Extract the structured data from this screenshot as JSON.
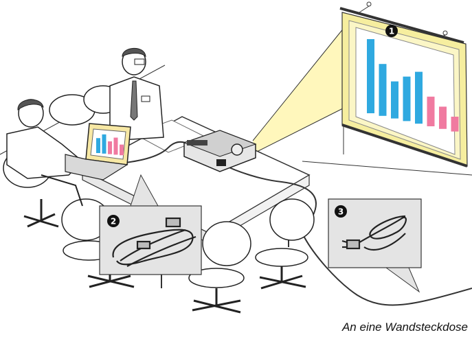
{
  "caption": "An eine Wandsteckdose",
  "callouts": [
    {
      "number": "1",
      "item": "screen"
    },
    {
      "number": "2",
      "item": "computer-cable"
    },
    {
      "number": "3",
      "item": "power-cord"
    }
  ],
  "chart_data": [
    {
      "type": "bar",
      "location": "projection-screen",
      "values": [
        10,
        7,
        5,
        6,
        7,
        4,
        3,
        2
      ],
      "colors": [
        "#2fa9e0",
        "#2fa9e0",
        "#2fa9e0",
        "#2fa9e0",
        "#2fa9e0",
        "#f07aa0",
        "#f07aa0",
        "#f07aa0"
      ]
    },
    {
      "type": "bar",
      "location": "laptop-screen",
      "values": [
        7,
        9,
        6,
        8,
        5
      ],
      "colors": [
        "#2fa9e0",
        "#2fa9e0",
        "#f07aa0",
        "#f07aa0",
        "#f07aa0"
      ]
    }
  ],
  "colors": {
    "screen_frame": "#f6ee9f",
    "light_beam": "#fff6b0",
    "bar_blue": "#2fa9e0",
    "bar_pink": "#f07aa0",
    "outline": "#222222"
  }
}
